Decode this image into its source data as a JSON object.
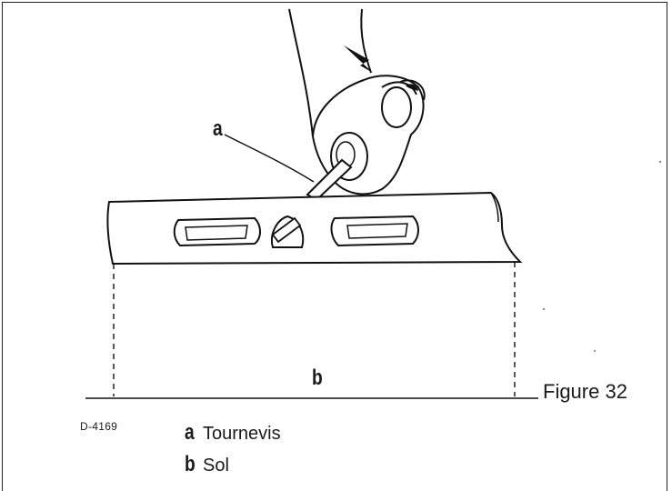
{
  "diagram": {
    "callout_a": "a",
    "callout_b": "b",
    "figure_caption": "Figure 32",
    "drawing_code": "D-4169"
  },
  "legend": [
    {
      "key": "a",
      "text": "Tournevis"
    },
    {
      "key": "b",
      "text": "Sol"
    }
  ]
}
